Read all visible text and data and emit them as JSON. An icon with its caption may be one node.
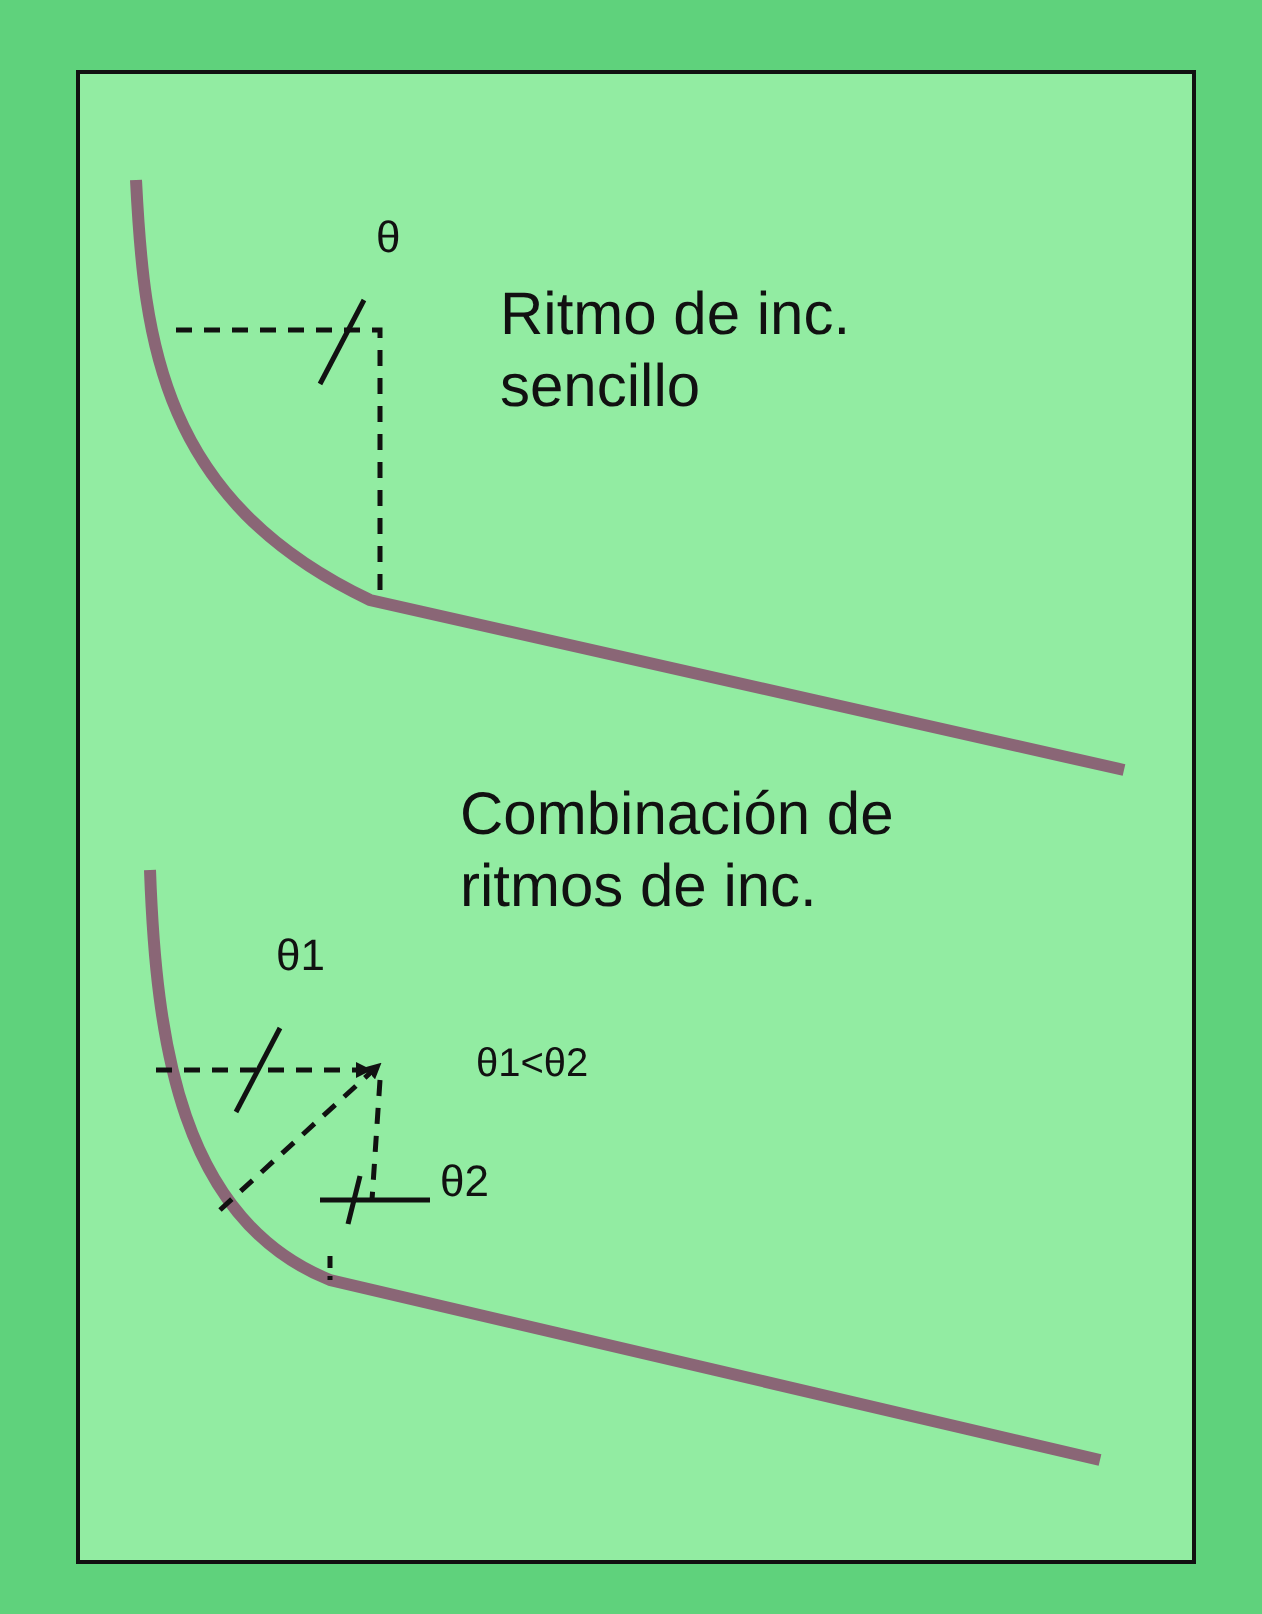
{
  "diagram": {
    "labels": [
      "θ",
      "Ritmo de inc. sencillo",
      "Combinación de ritmos de inc.",
      "θ1",
      "θ1<θ2",
      "θ2"
    ]
  }
}
